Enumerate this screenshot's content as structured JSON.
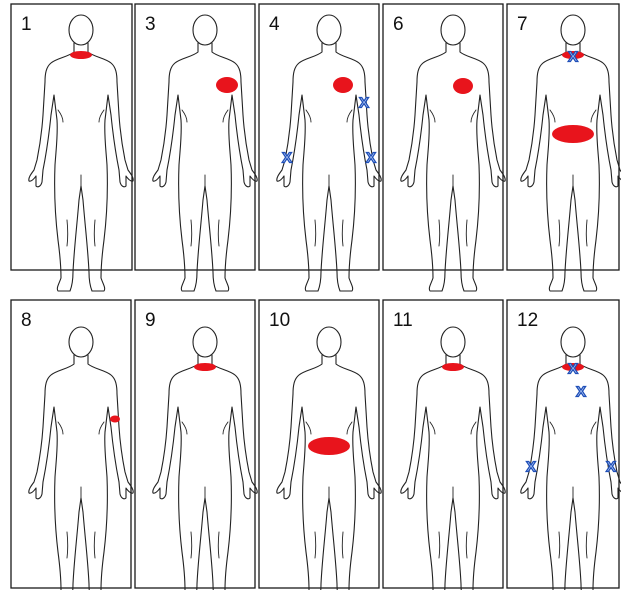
{
  "colors": {
    "pain": "#e8141c",
    "x_marker": "#1f4fb8",
    "x_marker_fill": "#cfe0ff",
    "outline": "#222222"
  },
  "icons": {
    "body": "human-body-front-outline",
    "marker": "x-mark"
  },
  "panels": [
    {
      "label": "1",
      "regions": [
        {
          "type": "ellipse",
          "site": "neck"
        }
      ],
      "x_marks": []
    },
    {
      "label": "3",
      "regions": [
        {
          "type": "ellipse",
          "site": "left chest"
        }
      ],
      "x_marks": []
    },
    {
      "label": "4",
      "regions": [
        {
          "type": "ellipse",
          "site": "left chest"
        }
      ],
      "x_marks": [
        {
          "text": "X",
          "site": "left upper arm"
        },
        {
          "text": "X",
          "site": "left wrist"
        },
        {
          "text": "X",
          "site": "right wrist"
        }
      ]
    },
    {
      "label": "6",
      "regions": [
        {
          "type": "ellipse",
          "site": "left chest"
        }
      ],
      "x_marks": []
    },
    {
      "label": "7",
      "regions": [
        {
          "type": "ellipse",
          "site": "neck"
        },
        {
          "type": "ellipse",
          "site": "lower abdomen"
        }
      ],
      "x_marks": [
        {
          "text": "X",
          "site": "neck"
        }
      ]
    },
    {
      "label": "8",
      "regions": [
        {
          "type": "ellipse",
          "site": "left forearm"
        }
      ],
      "x_marks": []
    },
    {
      "label": "9",
      "regions": [
        {
          "type": "ellipse",
          "site": "neck"
        }
      ],
      "x_marks": []
    },
    {
      "label": "10",
      "regions": [
        {
          "type": "ellipse",
          "site": "lower abdomen"
        }
      ],
      "x_marks": []
    },
    {
      "label": "11",
      "regions": [
        {
          "type": "ellipse",
          "site": "neck"
        }
      ],
      "x_marks": []
    },
    {
      "label": "12",
      "regions": [
        {
          "type": "ellipse",
          "site": "neck"
        }
      ],
      "x_marks": [
        {
          "text": "X",
          "site": "neck"
        },
        {
          "text": "X",
          "site": "left upper chest"
        },
        {
          "text": "X",
          "site": "right wrist"
        },
        {
          "text": "X",
          "site": "left wrist"
        }
      ]
    }
  ]
}
